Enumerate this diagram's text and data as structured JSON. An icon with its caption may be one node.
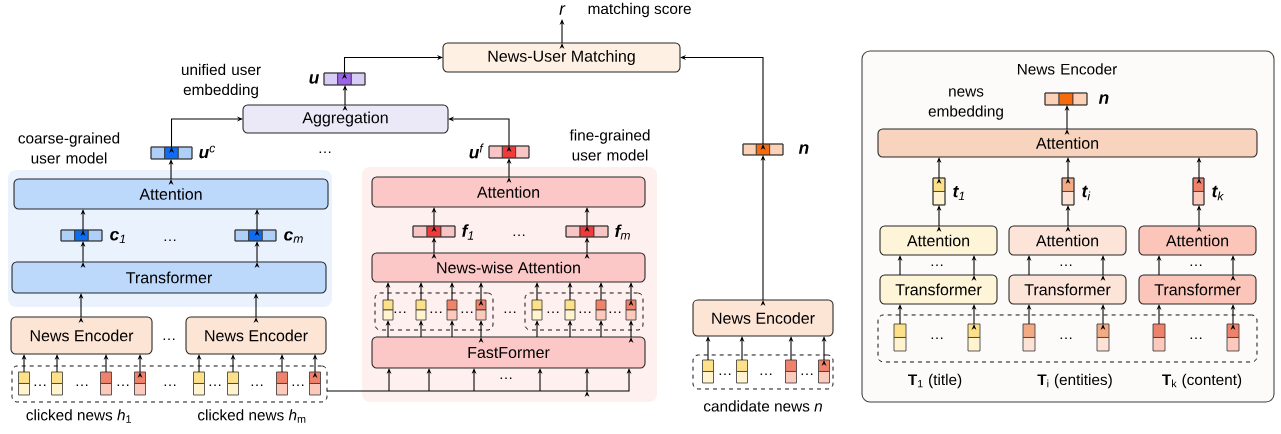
{
  "diagram": {
    "nodes": [
      {
        "text": [
          "coarse-grained user model"
        ]
      },
      {
        "text": [
          "Attention"
        ],
        "in": 0
      },
      {
        "text": [],
        "shape": "bar",
        "in": 0,
        "beside": [
          "**c**$_{1}$"
        ]
      },
      {
        "text": [],
        "shape": "bar",
        "in": 0,
        "beside": [
          "**c**$_{m}$"
        ]
      },
      {
        "text": [
          "Transformer"
        ],
        "in": 0
      },
      {
        "text": [
          "News Encoder"
        ]
      },
      {
        "text": [
          "News Encoder"
        ]
      },
      {
        "text": [],
        "shape": "box",
        "beside": [
          "clicked news *h*$_{1}$",
          "clicked news *h*$_{m}$"
        ]
      },
      {
        "text": [],
        "shape": "bar",
        "beside": [
          "**u**$^{c}$"
        ]
      },
      {
        "text": [
          "Aggregation"
        ]
      },
      {
        "text": [],
        "shape": "bar",
        "beside": [
          "**u**"
        ]
      },
      {
        "text": [
          "News-User Matching"
        ]
      },
      {
        "text": [
          "r"
        ],
        "beside": [
          "matching score"
        ]
      },
      {
        "text": [
          "fine-grained user model"
        ]
      },
      {
        "text": [
          "Attention"
        ],
        "in": 13
      },
      {
        "text": [],
        "shape": "bar",
        "in": 13,
        "beside": [
          "**f**$_{1}$"
        ]
      },
      {
        "text": [],
        "shape": "bar",
        "in": 13,
        "beside": [
          "**f**$_{m}$"
        ]
      },
      {
        "text": [
          "News-wise Attention"
        ],
        "in": 13
      },
      {
        "text": [],
        "shape": "box",
        "in": 13
      },
      {
        "text": [],
        "shape": "box",
        "in": 13
      },
      {
        "text": [
          "FastFormer"
        ],
        "in": 13
      },
      {
        "text": [],
        "shape": "bar",
        "beside": [
          "**u**$^{f}$"
        ]
      },
      {
        "text": [
          "News Encoder"
        ]
      },
      {
        "text": [],
        "shape": "box",
        "beside": [
          "candidate news *n*"
        ]
      },
      {
        "text": [],
        "shape": "bar",
        "beside": [
          "**n**"
        ]
      },
      {
        "text": [
          "News Encoder"
        ]
      },
      {
        "text": [],
        "shape": "bar",
        "in": 25,
        "beside": [
          "**n**"
        ]
      },
      {
        "text": [
          "Attention"
        ],
        "in": 25
      },
      {
        "text": [],
        "shape": "bar",
        "in": 25,
        "beside": [
          "**t**$_{1}$"
        ]
      },
      {
        "text": [],
        "shape": "bar",
        "in": 25,
        "beside": [
          "**t**$_{i}$"
        ]
      },
      {
        "text": [],
        "shape": "bar",
        "in": 25,
        "beside": [
          "**t**$_{k}$"
        ]
      },
      {
        "text": [
          "Attention"
        ],
        "in": 25
      },
      {
        "text": [
          "Attention"
        ],
        "in": 25
      },
      {
        "text": [
          "Attention"
        ],
        "in": 25
      },
      {
        "text": [
          "Transformer"
        ],
        "in": 25
      },
      {
        "text": [
          "Transformer"
        ],
        "in": 25
      },
      {
        "text": [
          "Transformer"
        ],
        "in": 25
      },
      {
        "text": [],
        "shape": "box",
        "in": 25,
        "beside": [
          "**T**$_{1}$ (title)",
          "**T**$_{i}$ (entities)",
          "**T**$_{k}$ (content)"
        ]
      }
    ],
    "edges": [
      {
        "from": 7,
        "to": 5,
        "arrow": "to"
      },
      {
        "from": 7,
        "to": 6,
        "arrow": "to"
      },
      {
        "from": 5,
        "to": 4,
        "arrow": "to"
      },
      {
        "from": 6,
        "to": 4,
        "arrow": "to"
      },
      {
        "from": 4,
        "to": 2,
        "arrow": "to"
      },
      {
        "from": 4,
        "to": 3,
        "arrow": "to"
      },
      {
        "from": 2,
        "to": 1,
        "arrow": "to"
      },
      {
        "from": 3,
        "to": 1,
        "arrow": "to"
      },
      {
        "from": 1,
        "to": 8,
        "arrow": "to"
      },
      {
        "from": 8,
        "to": 9,
        "arrow": "to"
      },
      {
        "from": 9,
        "to": 10,
        "arrow": "to"
      },
      {
        "from": 10,
        "to": 11,
        "arrow": "to"
      },
      {
        "from": 11,
        "to": 12,
        "arrow": "to"
      },
      {
        "from": 7,
        "to": 20,
        "arrow": "to"
      },
      {
        "from": 20,
        "to": 18,
        "arrow": "to"
      },
      {
        "from": 20,
        "to": 19,
        "arrow": "to"
      },
      {
        "from": 18,
        "to": 17,
        "arrow": "to"
      },
      {
        "from": 19,
        "to": 17,
        "arrow": "to"
      },
      {
        "from": 17,
        "to": 15,
        "arrow": "to"
      },
      {
        "from": 17,
        "to": 16,
        "arrow": "to"
      },
      {
        "from": 15,
        "to": 14,
        "arrow": "to"
      },
      {
        "from": 16,
        "to": 14,
        "arrow": "to"
      },
      {
        "from": 14,
        "to": 21,
        "arrow": "to"
      },
      {
        "from": 21,
        "to": 9,
        "arrow": "to"
      },
      {
        "from": 23,
        "to": 22,
        "arrow": "to"
      },
      {
        "from": 22,
        "to": 24,
        "arrow": "to"
      },
      {
        "from": 24,
        "to": 11,
        "arrow": "to"
      },
      {
        "from": 37,
        "to": 34,
        "arrow": "to"
      },
      {
        "from": 37,
        "to": 35,
        "arrow": "to"
      },
      {
        "from": 37,
        "to": 36,
        "arrow": "to"
      },
      {
        "from": 34,
        "to": 31,
        "arrow": "to"
      },
      {
        "from": 35,
        "to": 32,
        "arrow": "to"
      },
      {
        "from": 36,
        "to": 33,
        "arrow": "to"
      },
      {
        "from": 31,
        "to": 28,
        "arrow": "to"
      },
      {
        "from": 32,
        "to": 29,
        "arrow": "to"
      },
      {
        "from": 33,
        "to": 30,
        "arrow": "to"
      },
      {
        "from": 28,
        "to": 27,
        "arrow": "to"
      },
      {
        "from": 29,
        "to": 27,
        "arrow": "to"
      },
      {
        "from": 30,
        "to": 27,
        "arrow": "to"
      },
      {
        "from": 27,
        "to": 26,
        "arrow": "to"
      }
    ],
    "labels": [
      "unified user embedding",
      "news embedding",
      "…",
      "…",
      "…",
      "…",
      "…",
      "…",
      "…",
      "…",
      "…",
      "…",
      "…",
      "…",
      "…",
      "…",
      "…",
      "…",
      "…",
      "…",
      "…",
      "…",
      "…",
      "…",
      "…",
      "…",
      "…",
      "…",
      "…",
      "…"
    ]
  }
}
